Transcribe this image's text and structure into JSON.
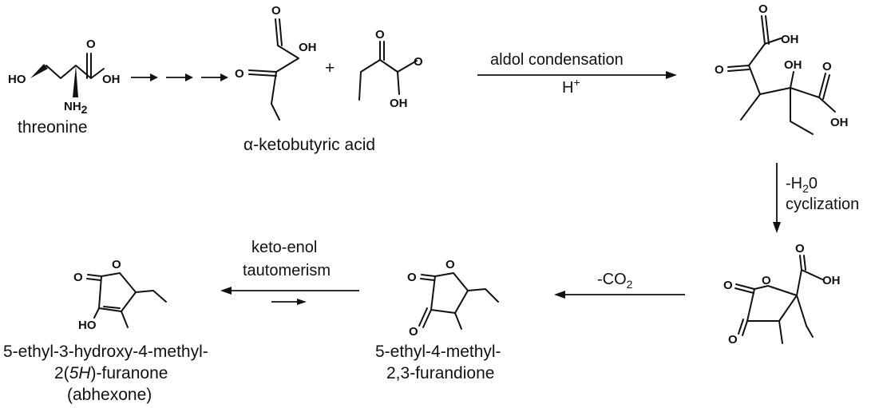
{
  "atoms": {
    "o": "O",
    "oh": "OH",
    "ho": "HO",
    "nh": "NH",
    "two": "2"
  },
  "compounds": {
    "threonine": "threonine",
    "ketobutyric": "α-ketobutyric acid",
    "abhexone_line1": "5-ethyl-3-hydroxy-4-methyl-",
    "abhexone_line2_pre": "2(",
    "abhexone_line2_ital": "5H",
    "abhexone_line2_post": ")-furanone",
    "abhexone_line3": "(abhexone)",
    "furandione_line1": "5-ethyl-4-methyl-",
    "furandione_line2": "2,3-furandione"
  },
  "plus": "+",
  "arrows": {
    "multistep": "→ → →",
    "aldol_label": "aldol condensation",
    "aldol_catalyst": "H",
    "aldol_catalyst_sup": "+",
    "dehydration_pre": "-H",
    "dehydration_sub": "2",
    "dehydration_post": "0",
    "cyclization": "cyclization",
    "decarb_pre": "-CO",
    "decarb_sub": "2",
    "tautomer_line1": "keto-enol",
    "tautomer_line2": "tautomerism"
  }
}
